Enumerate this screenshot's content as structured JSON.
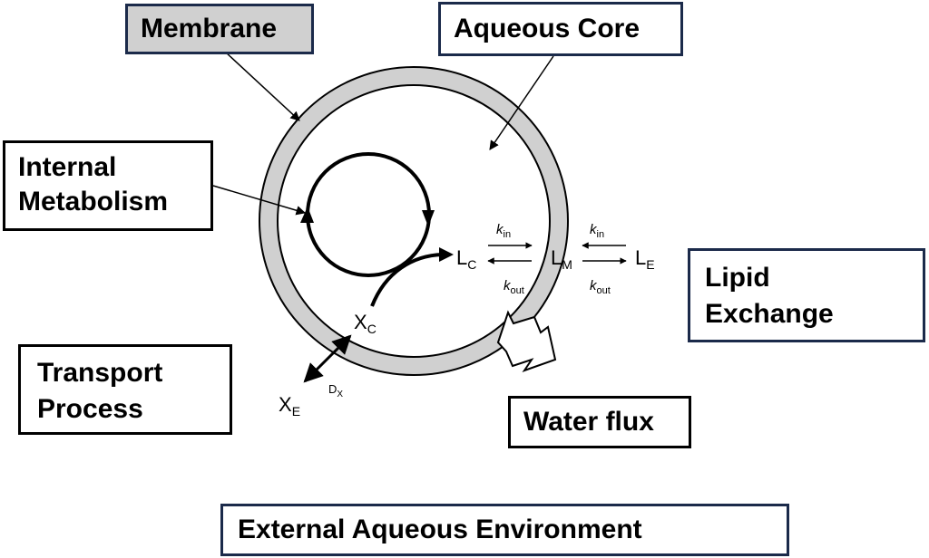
{
  "labels": {
    "membrane": "Membrane",
    "aqueous_core": "Aqueous Core",
    "internal_metabolism": [
      "Internal",
      "Metabolism"
    ],
    "transport_process": [
      "Transport",
      "Process"
    ],
    "lipid_exchange": [
      "Lipid",
      "Exchange"
    ],
    "water_flux": "Water flux",
    "external_environment": "External Aqueous Environment"
  },
  "symbols": {
    "L": "L",
    "X": "X",
    "sub_C": "C",
    "sub_M": "M",
    "sub_E": "E",
    "k": "k",
    "in": "in",
    "out": "out",
    "D": "D",
    "sub_X": "X"
  },
  "colors": {
    "membrane_fill": "#d0d0d0",
    "box_border_navy": "#1b2a4a",
    "stroke": "#000000"
  }
}
